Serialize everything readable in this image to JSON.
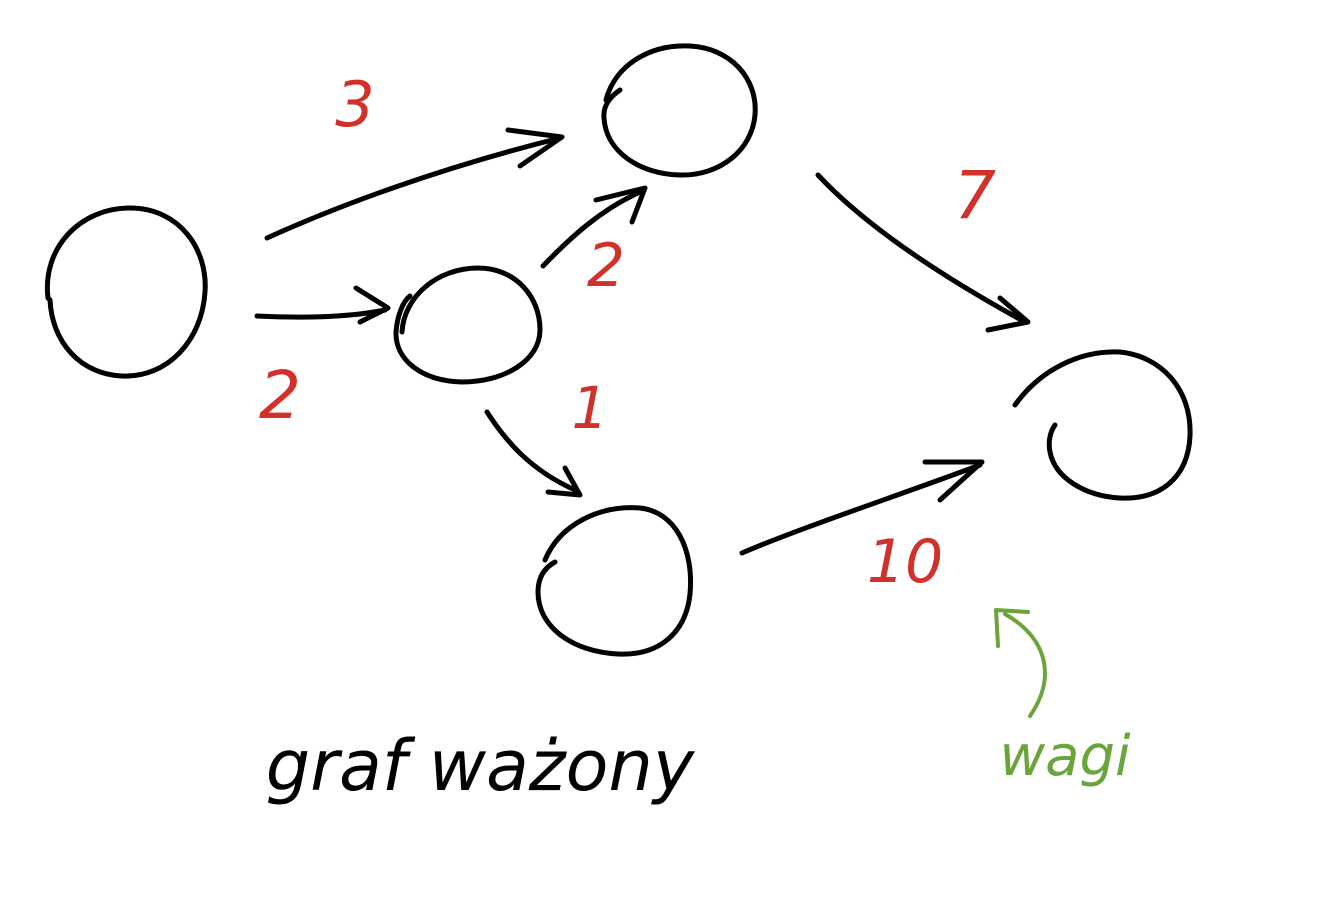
{
  "diagram": {
    "colors": {
      "ink": "#000000",
      "weight": "#d1302b",
      "annotation": "#6aa43a",
      "background": "#ffffff"
    },
    "nodes": [
      {
        "id": "a",
        "label": ""
      },
      {
        "id": "b",
        "label": ""
      },
      {
        "id": "c",
        "label": ""
      },
      {
        "id": "d",
        "label": ""
      },
      {
        "id": "e",
        "label": ""
      }
    ],
    "edges": [
      {
        "from": "a",
        "to": "c",
        "weight": "3"
      },
      {
        "from": "a",
        "to": "b",
        "weight": "2"
      },
      {
        "from": "b",
        "to": "c",
        "weight": "2"
      },
      {
        "from": "b",
        "to": "d",
        "weight": "1"
      },
      {
        "from": "c",
        "to": "e",
        "weight": "7"
      },
      {
        "from": "d",
        "to": "e",
        "weight": "10"
      }
    ],
    "caption": "graf ważony",
    "annotation": "wagi"
  }
}
